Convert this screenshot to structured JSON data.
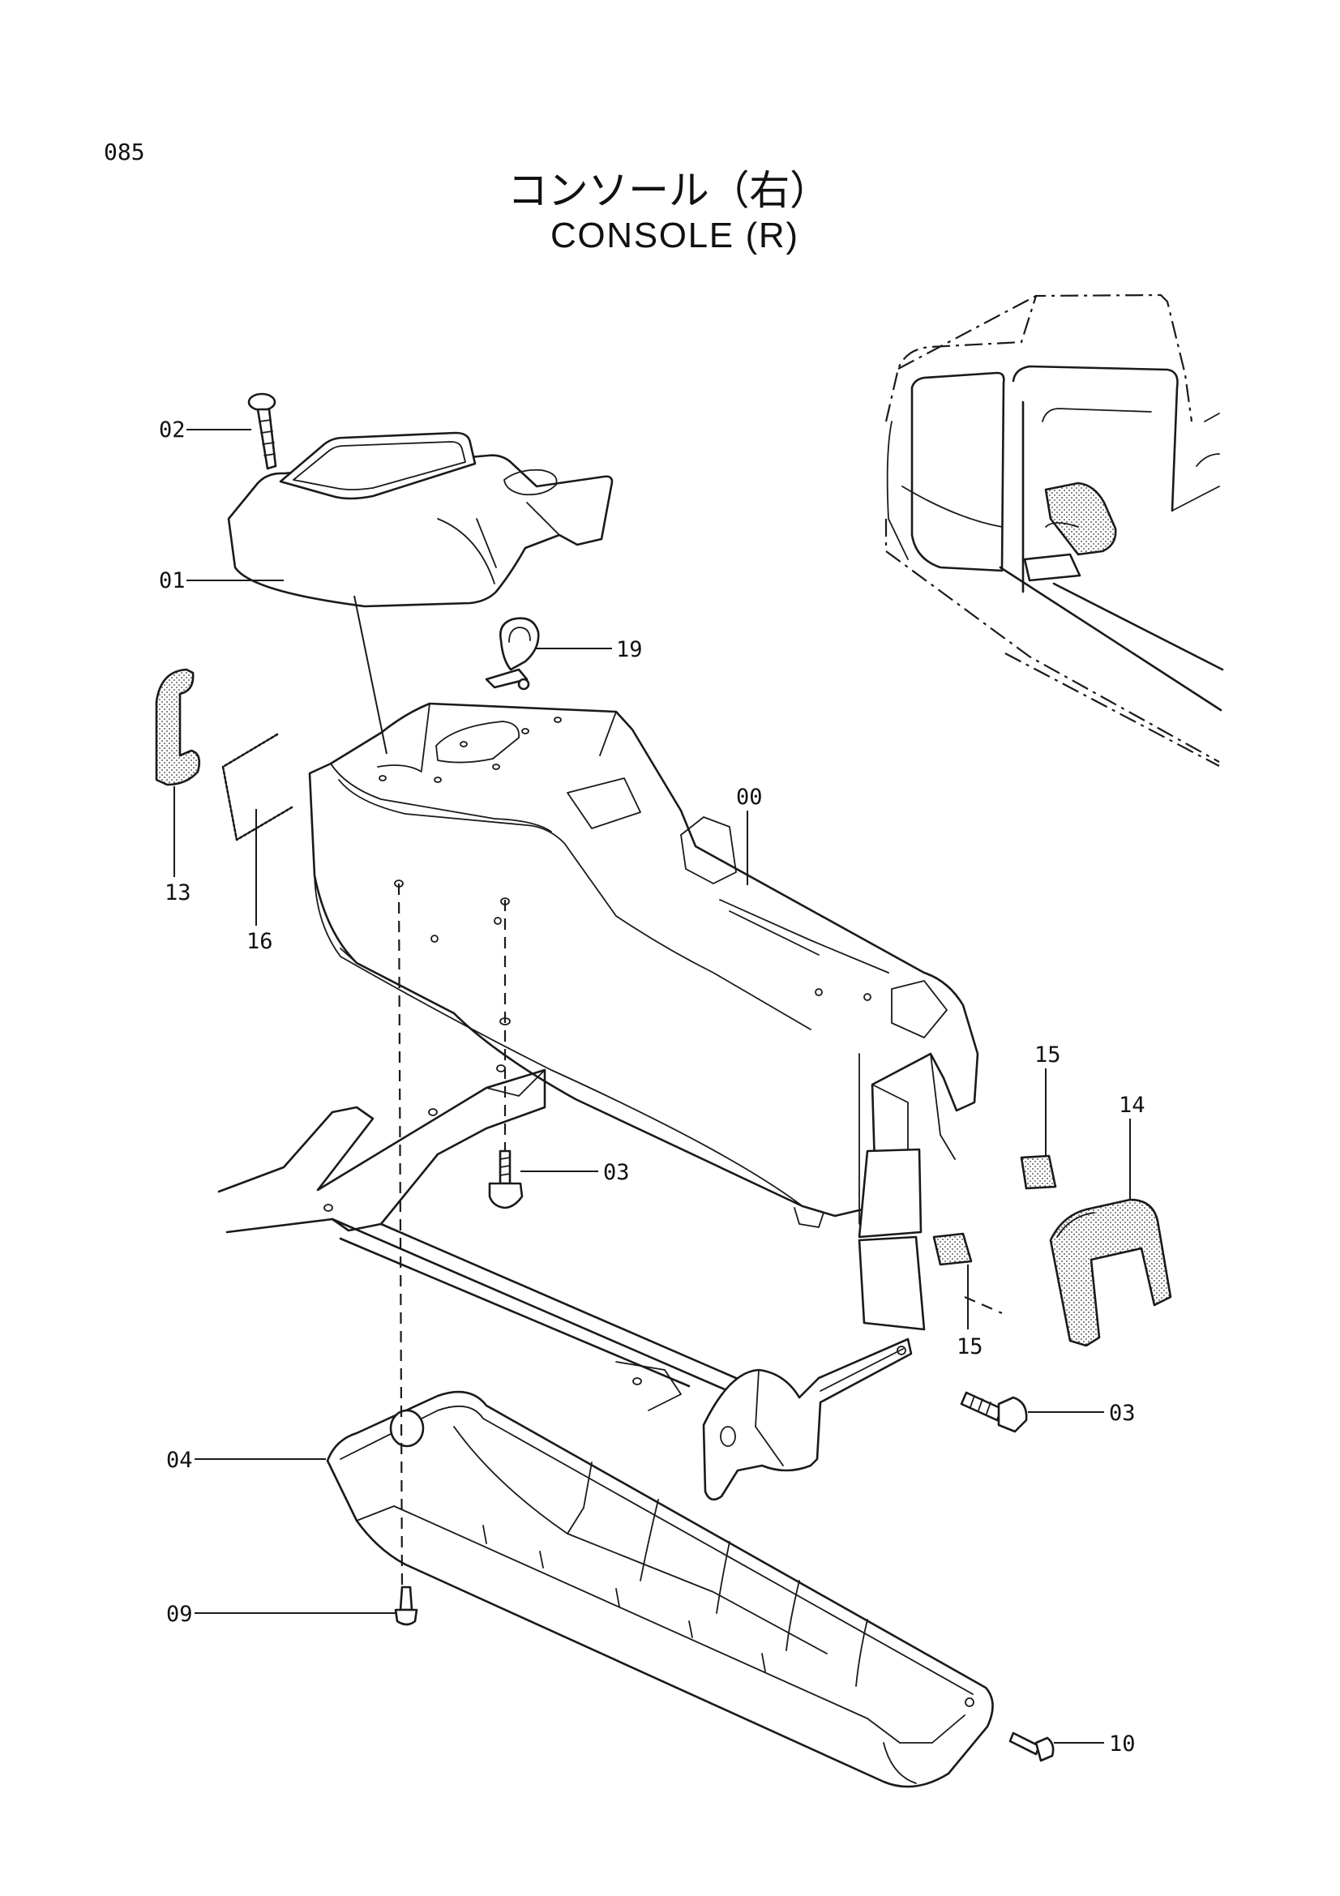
{
  "page_number": "085",
  "title_jp": "コンソール（右）",
  "title_en": "CONSOLE (R)",
  "callouts": [
    {
      "id": "02",
      "part": "screw"
    },
    {
      "id": "01",
      "part": "upper-cover"
    },
    {
      "id": "19",
      "part": "hose-clamp"
    },
    {
      "id": "13",
      "part": "rubber-pad"
    },
    {
      "id": "16",
      "part": "edge-trim"
    },
    {
      "id": "00",
      "part": "console-body"
    },
    {
      "id": "15",
      "part": "cushion-pad-upper"
    },
    {
      "id": "14",
      "part": "u-pad"
    },
    {
      "id": "03",
      "part": "bolt-center"
    },
    {
      "id": "15",
      "part": "cushion-pad-lower"
    },
    {
      "id": "03",
      "part": "bolt-right"
    },
    {
      "id": "04",
      "part": "lower-cover"
    },
    {
      "id": "09",
      "part": "screw-bottom"
    },
    {
      "id": "10",
      "part": "screw-end"
    }
  ]
}
